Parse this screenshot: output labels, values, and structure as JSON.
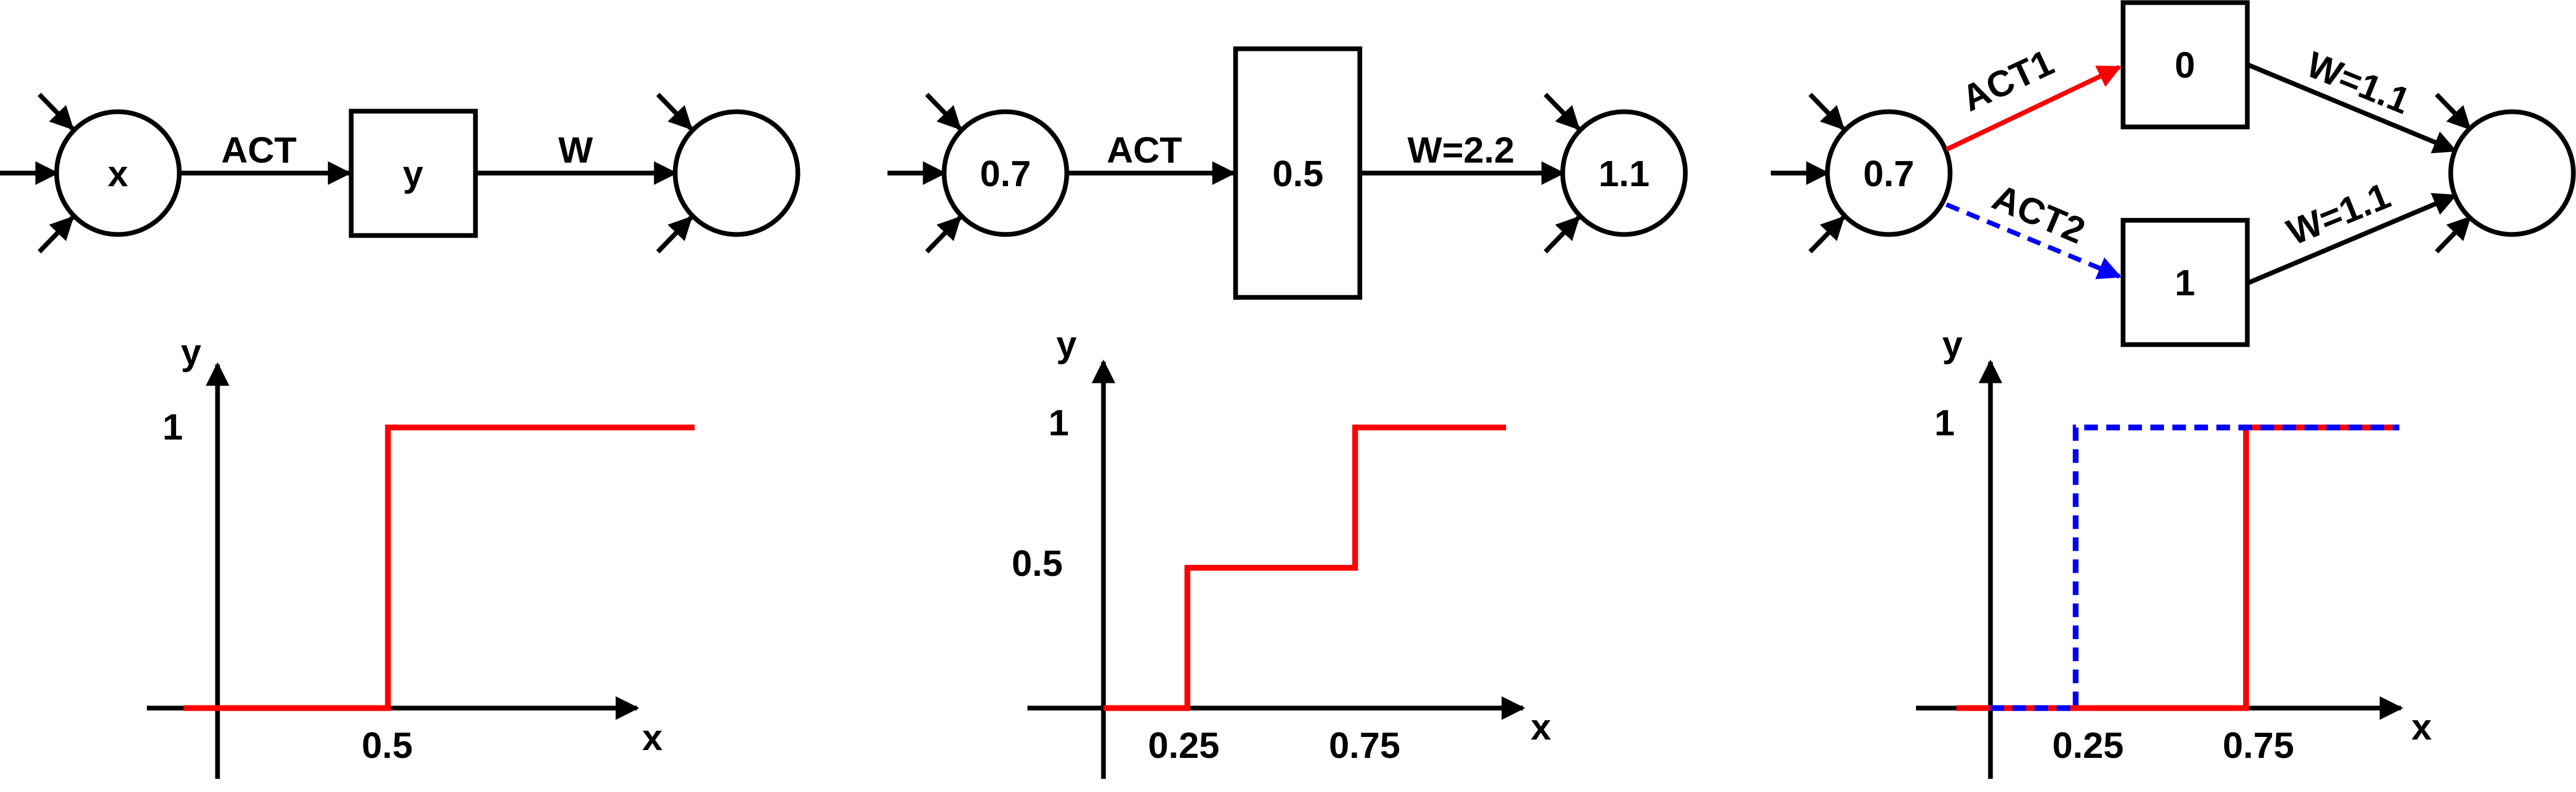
{
  "colors": {
    "stroke": "#000000",
    "act": "#ff0000",
    "act2": "#0000ff",
    "background": "#ffffff"
  },
  "icons": {
    "input-arrow": "arrow-right-icon",
    "arrowhead": "arrowhead-icon"
  },
  "panel1": {
    "network": {
      "input_node": "x",
      "act_label": "ACT",
      "act_box": "y",
      "weight_label": "W",
      "output_node": ""
    },
    "plot": {
      "ylabel": "y",
      "xlabel": "x",
      "y_tick_1": "1",
      "x_tick_1": "0.5"
    }
  },
  "panel2": {
    "network": {
      "input_node": "0.7",
      "act_label": "ACT",
      "act_box": "0.5",
      "weight_label": "W=2.2",
      "output_node": "1.1"
    },
    "plot": {
      "ylabel": "y",
      "xlabel": "x",
      "y_tick_1": "1",
      "y_tick_2": "0.5",
      "x_tick_1": "0.25",
      "x_tick_2": "0.75"
    }
  },
  "panel3": {
    "network": {
      "input_node": "0.7",
      "act1_label": "ACT1",
      "act2_label": "ACT2",
      "act1_box": "0",
      "act2_box": "1",
      "weight1_label": "W=1.1",
      "weight2_label": "W=1.1",
      "output_node": ""
    },
    "plot": {
      "ylabel": "y",
      "xlabel": "x",
      "y_tick_1": "1",
      "x_tick_1": "0.25",
      "x_tick_2": "0.75"
    }
  },
  "chart_data": [
    {
      "type": "line",
      "xlabel": "x",
      "ylabel": "y",
      "series": [
        {
          "x": [
            -0.1,
            0.5,
            0.5,
            1.4
          ],
          "values": [
            0,
            0,
            1,
            1
          ],
          "color": "#ff0000",
          "style": "solid"
        }
      ]
    },
    {
      "type": "line",
      "xlabel": "x",
      "ylabel": "y",
      "series": [
        {
          "x": [
            0,
            0.25,
            0.25,
            0.75,
            0.75,
            1.2
          ],
          "values": [
            0,
            0,
            0.5,
            0.5,
            1,
            1
          ],
          "color": "#ff0000",
          "style": "solid"
        }
      ]
    },
    {
      "type": "line",
      "xlabel": "x",
      "ylabel": "y",
      "series": [
        {
          "x": [
            -0.1,
            0.75,
            0.75,
            1.2
          ],
          "values": [
            0,
            0,
            1,
            1
          ],
          "color": "#ff0000",
          "style": "solid"
        },
        {
          "x": [
            0,
            0.25,
            0.25,
            1.2
          ],
          "values": [
            0,
            0,
            1,
            1
          ],
          "color": "#0000ff",
          "style": "dashed"
        }
      ]
    }
  ]
}
